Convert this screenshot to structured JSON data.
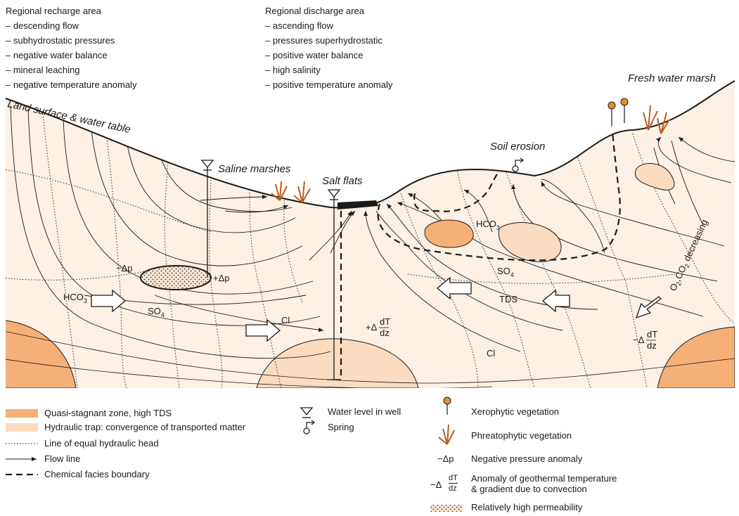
{
  "recharge": {
    "title": "Regional recharge area",
    "items": [
      "– descending flow",
      "– subhydrostatic pressures",
      "– negative water balance",
      "– mineral leaching",
      "– negative temperature anomaly"
    ]
  },
  "discharge": {
    "title": "Regional discharge area",
    "items": [
      "– ascending flow",
      "– pressures superhydrostatic",
      "– positive water balance",
      "– high salinity",
      "– positive temperature anomaly"
    ]
  },
  "labels": {
    "fresh_marsh": "Fresh water marsh",
    "land_surface": "Land surface & water table",
    "saline_marshes": "Saline marshes",
    "salt_flats": "Salt flats",
    "soil_erosion": "Soil erosion",
    "o2_decreasing": "O",
    "o2_sub": "2",
    "co2_c": ",CO",
    "co2_sub": "2",
    "decreasing": " decreasing",
    "hco3_left": "HCO",
    "hco3_left_sub": "3",
    "so4_left": "SO",
    "so4_left_sub": "4",
    "cl_left": "Cl",
    "neg_dp": "−Δp",
    "pos_dp": "+Δp",
    "hco3_right": "HCO",
    "hco3_right_sub": "3",
    "so4_right": "SO",
    "so4_right_sub": "4",
    "tds": "TDS",
    "cl_right": "Cl",
    "pos_grad_sign": "+Δ",
    "neg_grad_sign": "−Δ",
    "grad_num": "dT",
    "grad_den": "dz"
  },
  "legend": {
    "quasi": "Quasi-stagnant zone, high TDS",
    "trap": "Hydraulic trap: convergence of transported matter",
    "equal_head": "Line of equal hydraulic head",
    "flow_line": "Flow line",
    "facies": "Chemical facies boundary",
    "water_level": "Water level in well",
    "spring": "Spring",
    "xerophytic": "Xerophytic vegetation",
    "phreatophytic": "Phreatophytic vegetation",
    "neg_dp_sym": "−Δp",
    "neg_pressure": "Negative pressure anomaly",
    "grad_sym_sign": "−Δ",
    "grad_sym_num": "dT",
    "grad_sym_den": "dz",
    "anomaly_line1": "Anomaly of geothermal temperature",
    "anomaly_line2": "& gradient due to convection",
    "permeability": "Relatively high permeability"
  },
  "colors": {
    "quasi": "#f5b078",
    "trap": "#fbdcc0",
    "background": "#fdf0e4",
    "line": "#1a1a1a"
  }
}
